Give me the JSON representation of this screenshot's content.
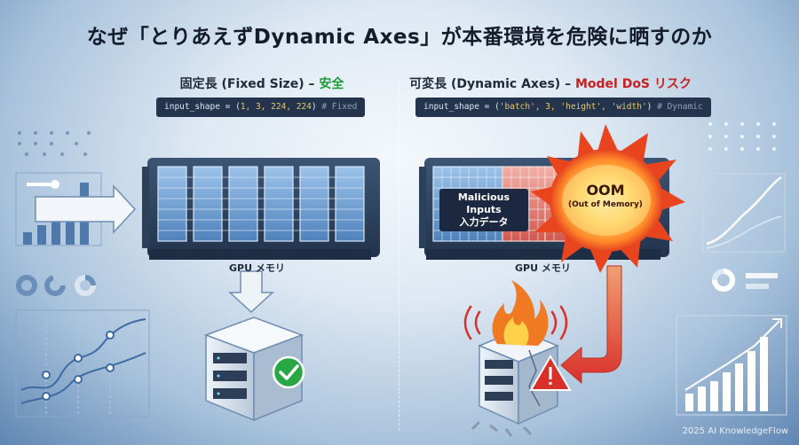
{
  "title": "なぜ「とりあえずDynamic Axes」が本番環境を危険に晒すのか",
  "left": {
    "heading_prefix": "固定長 (Fixed Size) – ",
    "heading_status": "安全",
    "code_prefix": "input_shape = (",
    "code_values": "1, 3, 224, 224",
    "code_suffix": ")",
    "code_comment": "# Fixed",
    "gpu_label": "GPU メモリ"
  },
  "right": {
    "heading_prefix": "可変長 (Dynamic Axes) – ",
    "heading_status": "Model DoS リスク",
    "code_prefix": "input_shape = (",
    "code_values": "'batch', 3, 'height', 'width'",
    "code_suffix": ")",
    "code_comment": "# Dynamic",
    "gpu_label": "GPU メモリ",
    "malicious_line1": "Malicious Inputs",
    "malicious_line2": "入力データ",
    "oom_title": "OOM",
    "oom_subtitle": "(Out of Memory)"
  },
  "icons": [
    "arrow-right-icon",
    "arrow-down-icon",
    "server-icon",
    "check-icon",
    "explosion-icon",
    "fire-icon",
    "warning-icon",
    "curved-arrow-icon",
    "bar-chart-icon",
    "line-chart-icon",
    "donut-icon"
  ],
  "colors": {
    "safe": "#1d9a3a",
    "danger": "#c62020",
    "memory_blue": "#5d8fc4",
    "memory_red": "#e07070"
  },
  "credit": "2025 AI KnowledgeFlow"
}
